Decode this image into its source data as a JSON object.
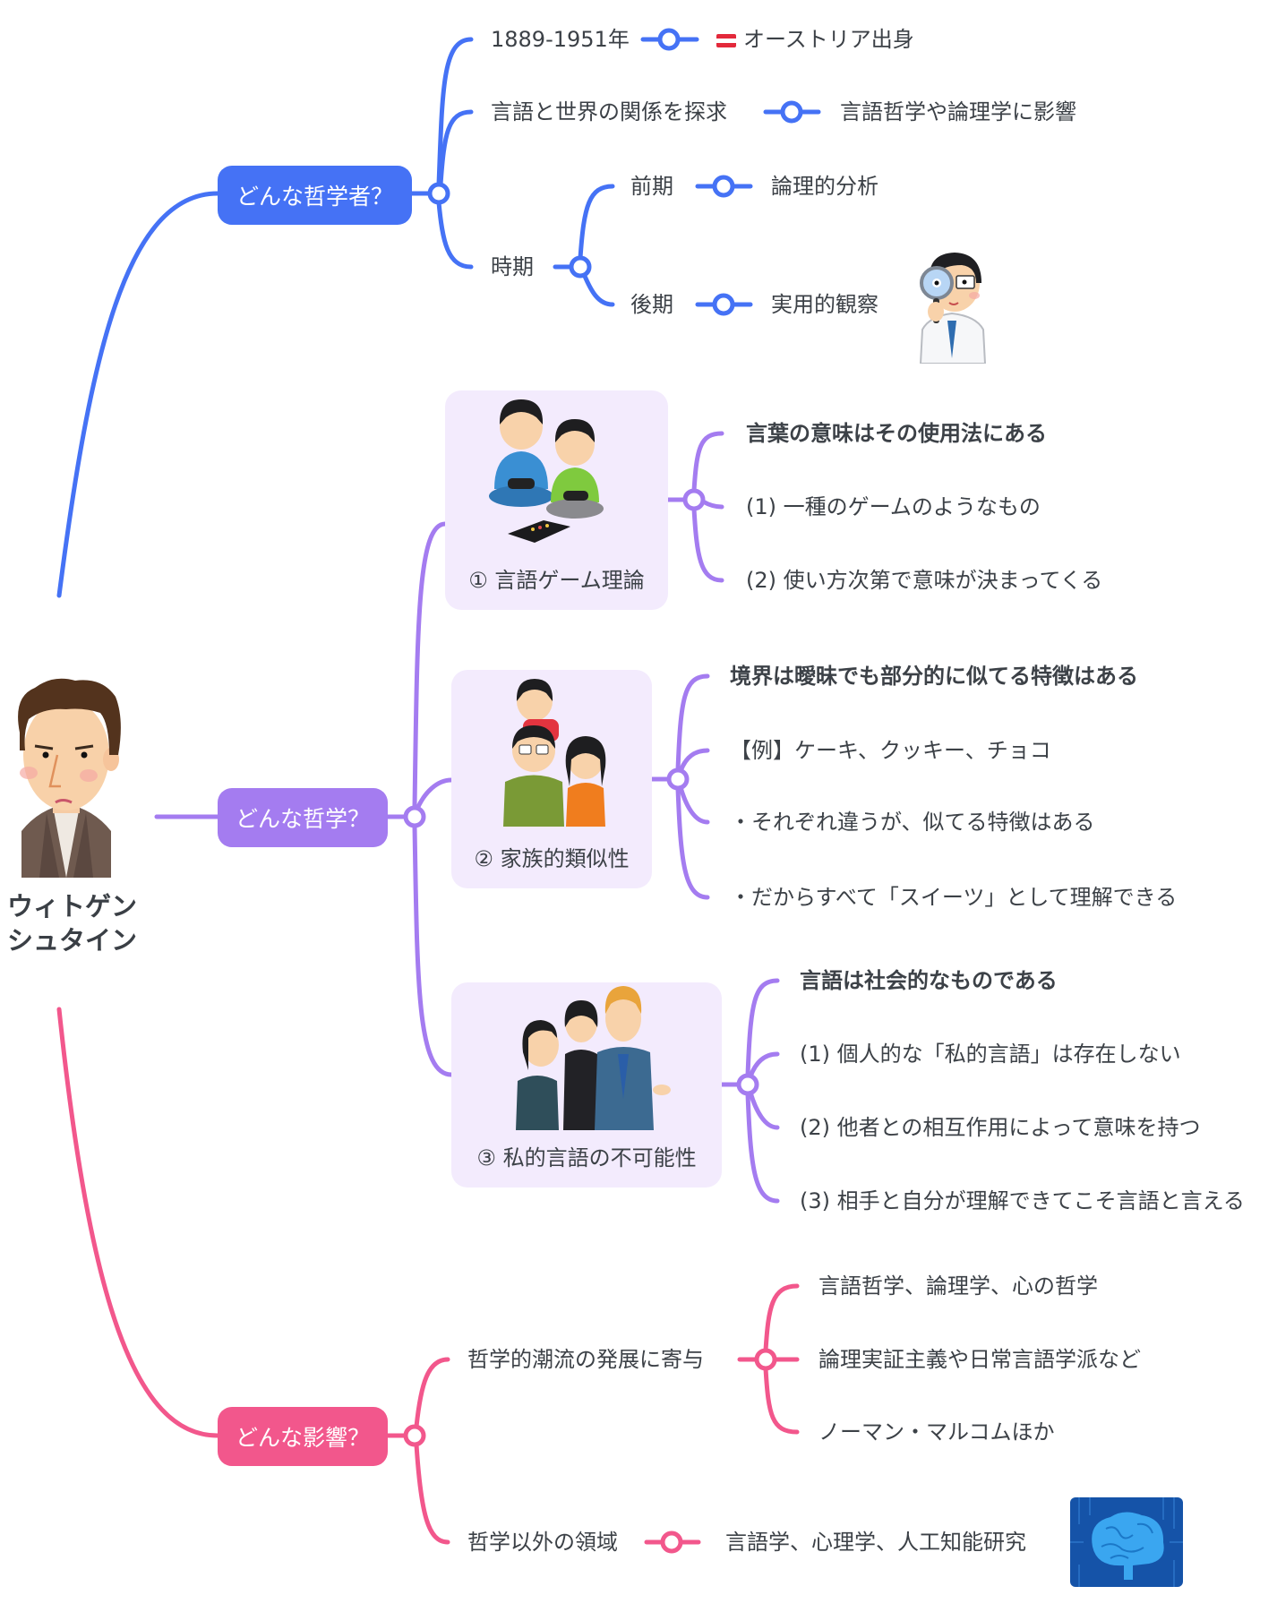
{
  "root": {
    "label_line1": "ウィトゲン",
    "label_line2": "シュタイン",
    "illustration": "portrait-icon"
  },
  "colors": {
    "blue": "#4572f5",
    "purple": "#a47cf0",
    "pink": "#f2578c",
    "card_bg": "#f3ebfd",
    "text": "#3c4147"
  },
  "branches": {
    "philosopher": {
      "label": "どんな哲学者？",
      "items": [
        {
          "label": "1889-1951年",
          "detail": "オーストリア出身",
          "detail_icon": "austria-flag-icon"
        },
        {
          "label": "言語と世界の関係を探求",
          "detail": "言語哲学や論理学に影響"
        },
        {
          "label": "時期",
          "children": [
            {
              "label": "前期",
              "detail": "論理的分析"
            },
            {
              "label": "後期",
              "detail": "実用的観察",
              "illustration": "magnifier-doctor-icon"
            }
          ]
        }
      ]
    },
    "philosophy": {
      "label": "どんな哲学？",
      "cards": [
        {
          "label": "① 言語ゲーム理論",
          "illustration": "kids-playing-game-icon",
          "items": [
            "言葉の意味はその使用法にある",
            "(1) 一種のゲームのようなもの",
            "(2) 使い方次第で意味が決まってくる"
          ]
        },
        {
          "label": "② 家族的類似性",
          "illustration": "family-icon",
          "items": [
            "境界は曖昧でも部分的に似てる特徴はある",
            "【例】ケーキ、クッキー、チョコ",
            "・それぞれ違うが、似てる特徴はある",
            "・だからすべて「スイーツ」として理解できる"
          ]
        },
        {
          "label": "③ 私的言語の不可能性",
          "illustration": "people-talking-icon",
          "items": [
            "言語は社会的なものである",
            "(1) 個人的な「私的言語」は存在しない",
            "(2) 他者との相互作用によって意味を持つ",
            "(3) 相手と自分が理解できてこそ言語と言える"
          ]
        }
      ]
    },
    "influence": {
      "label": "どんな影響？",
      "items": [
        {
          "label": "哲学的潮流の発展に寄与",
          "children": [
            "言語哲学、論理学、心の哲学",
            "論理実証主義や日常言語学派など",
            "ノーマン・マルコムほか"
          ]
        },
        {
          "label": "哲学以外の領域",
          "detail": "言語学、心理学、人工知能研究",
          "illustration": "brain-icon"
        }
      ]
    }
  }
}
